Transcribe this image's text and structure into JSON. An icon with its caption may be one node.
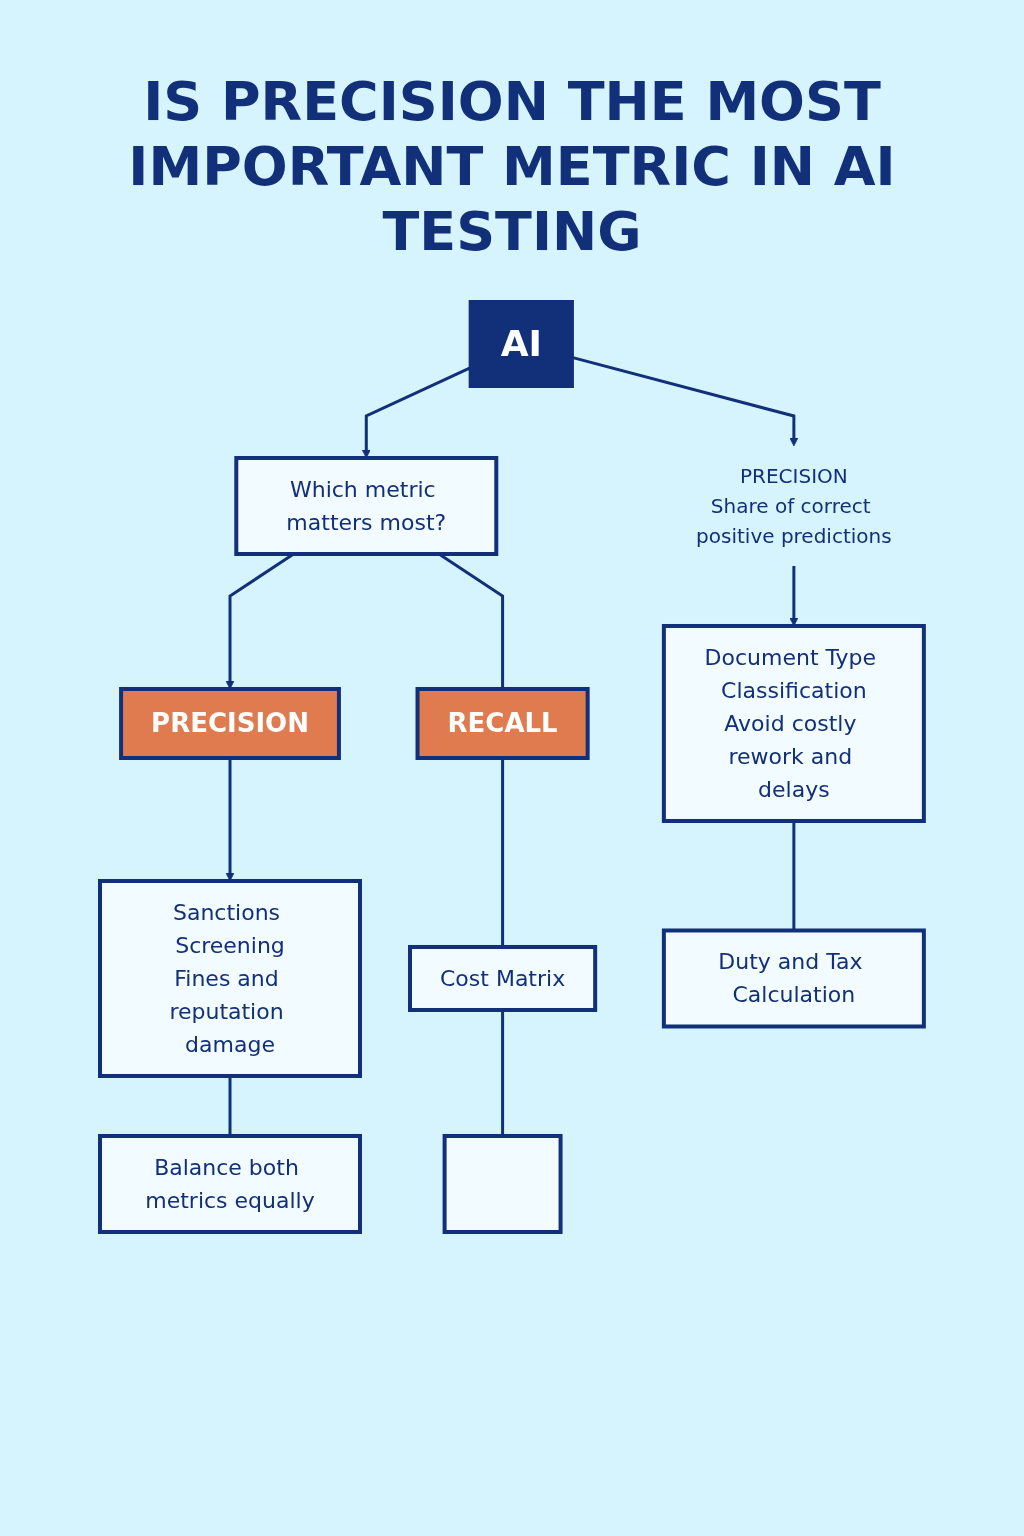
{
  "diagram": {
    "title": "IS PRECISION THE MOST IMPORTANT METRIC IN AI TESTING",
    "nodes": [
      {
        "text": [
          "AI"
        ]
      },
      {
        "text": [
          "Which metric matters most?"
        ]
      },
      {
        "text": [
          "PRECISION"
        ]
      },
      {
        "text": [
          "RECALL"
        ]
      },
      {
        "text": [
          "PRECISION",
          "Share of correct positive predictions"
        ]
      },
      {
        "text": [
          "Document Type Classification",
          "Avoid costly rework and delays"
        ]
      },
      {
        "text": [
          "Sanctions Screening",
          "Fines and reputation damage"
        ]
      },
      {
        "text": [
          "Cost Matrix"
        ]
      },
      {
        "text": [],
        "shape": "box"
      },
      {
        "text": [
          "Duty and Tax Calculation"
        ]
      },
      {
        "text": [
          "Balance both metrics equally"
        ]
      }
    ],
    "edges": [
      {
        "from": 0,
        "to": 1,
        "arrow": "to"
      },
      {
        "from": 0,
        "to": 4,
        "arrow": "to"
      },
      {
        "from": 1,
        "to": 2,
        "arrow": "to"
      },
      {
        "from": 1,
        "to": 3,
        "arrow": "none"
      },
      {
        "from": 4,
        "to": 5,
        "arrow": "to"
      },
      {
        "from": 2,
        "to": 6,
        "arrow": "to"
      },
      {
        "from": 3,
        "to": 7,
        "arrow": "none"
      },
      {
        "from": 7,
        "to": 8,
        "arrow": "none"
      },
      {
        "from": 5,
        "to": 9,
        "arrow": "none"
      },
      {
        "from": 6,
        "to": 10,
        "arrow": "none"
      }
    ]
  }
}
